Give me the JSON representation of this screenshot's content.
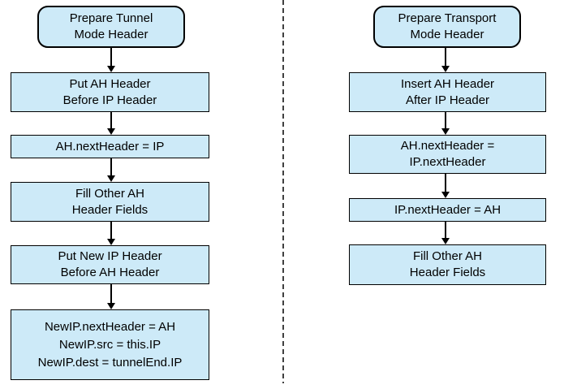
{
  "colors": {
    "box_fill": "#cdeaf8",
    "box_border": "#000000",
    "arrow": "#000000",
    "divider": "#404040"
  },
  "tunnel_flow": {
    "steps": [
      {
        "label": "Prepare Tunnel\nMode Header"
      },
      {
        "label": "Put AH Header\nBefore IP Header"
      },
      {
        "label": "AH.nextHeader = IP"
      },
      {
        "label": "Fill Other AH\nHeader Fields"
      },
      {
        "label": "Put New IP Header\nBefore AH Header"
      },
      {
        "label": "NewIP.nextHeader = AH\nNewIP.src = this.IP\nNewIP.dest = tunnelEnd.IP"
      }
    ]
  },
  "transport_flow": {
    "steps": [
      {
        "label": "Prepare Transport\nMode Header"
      },
      {
        "label": "Insert AH Header\nAfter IP Header"
      },
      {
        "label": "AH.nextHeader =\nIP.nextHeader"
      },
      {
        "label": "IP.nextHeader = AH"
      },
      {
        "label": "Fill Other AH\nHeader Fields"
      }
    ]
  }
}
